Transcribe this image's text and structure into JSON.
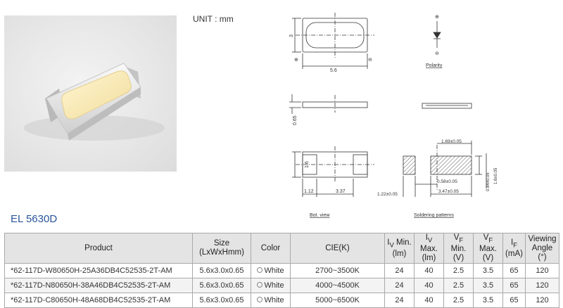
{
  "header": {
    "unit_label": "UNIT : mm",
    "product_title": "EL 5630D"
  },
  "drawings": {
    "top": {
      "width_label": "5.6",
      "height_label": "3",
      "plus": "⊕",
      "minus": "⊖"
    },
    "polarity": {
      "label": "Polarity",
      "plus": "⊕",
      "minus": "⊖"
    },
    "side": {
      "thickness_label": "0.65"
    },
    "bottom": {
      "label": "Bot. view",
      "height_label": "1.6",
      "pad_label": "1.12",
      "gap_label": "3.37"
    },
    "soldering": {
      "label": "Soldering patterns",
      "total_label": "1.69±0.05",
      "inner_label": "0.58±0.05",
      "span_label": "3.47±0.05",
      "left_label": "1.22±0.05",
      "pad_h_label": "0.84±0.05",
      "outer_h_label": "1.6±0.05"
    }
  },
  "table": {
    "headers": [
      {
        "lines": [
          "Product"
        ]
      },
      {
        "lines": [
          "Size",
          "(LxWxHmm)"
        ]
      },
      {
        "lines": [
          "Color"
        ]
      },
      {
        "lines": [
          "CIE(K)"
        ]
      },
      {
        "lines": [
          "I<sub>V</sub> Min.",
          "(lm)"
        ]
      },
      {
        "lines": [
          "I<sub>V</sub> Max.",
          "(lm)"
        ]
      },
      {
        "lines": [
          "V<sub>F</sub> Min.",
          "(V)"
        ]
      },
      {
        "lines": [
          "V<sub>F</sub> Max.",
          "(V)"
        ]
      },
      {
        "lines": [
          "I<sub>F</sub>",
          "(mA)"
        ]
      },
      {
        "lines": [
          "Viewing",
          "Angle (°)"
        ]
      }
    ],
    "rows": [
      [
        "*62-117D-W80650H-25A36DB4C52535-2T-AM",
        "5.6x3.0x0.65",
        "White",
        "2700~3500K",
        "24",
        "40",
        "2.5",
        "3.5",
        "65",
        "120"
      ],
      [
        "*62-117D-N80650H-38A46DB4C52535-2T-AM",
        "5.6x3.0x0.65",
        "White",
        "4000~4500K",
        "24",
        "40",
        "2.5",
        "3.5",
        "65",
        "120"
      ],
      [
        "*62-117D-C80650H-48A68DB4C52535-2T-AM",
        "5.6x3.0x0.65",
        "White",
        "5000~6500K",
        "24",
        "40",
        "2.5",
        "3.5",
        "65",
        "120"
      ]
    ]
  }
}
